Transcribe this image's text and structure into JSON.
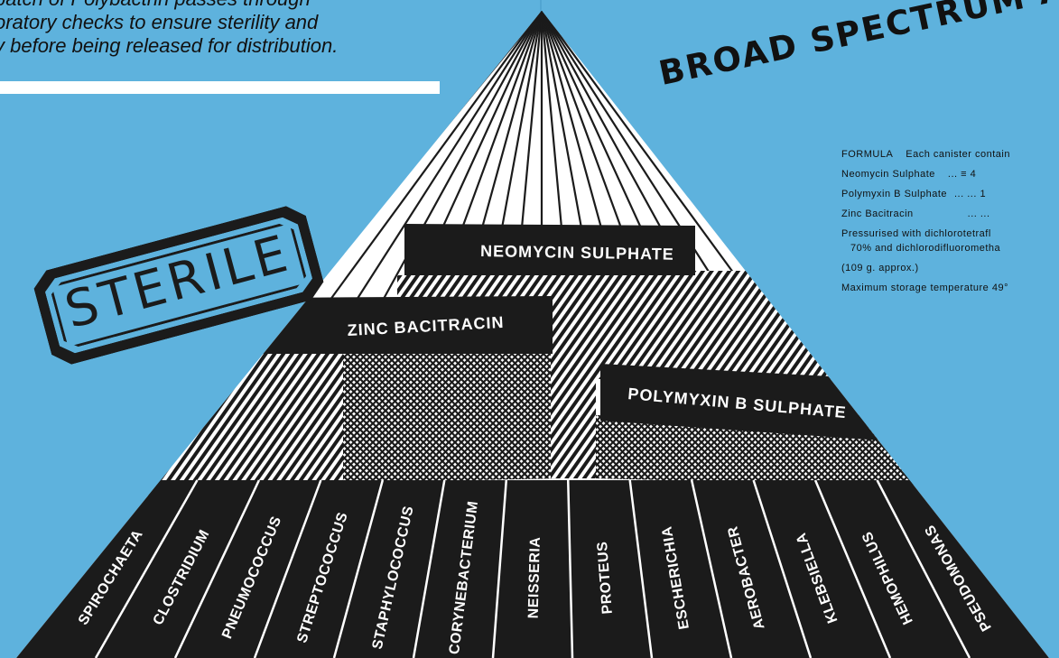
{
  "intro": {
    "line1": "batch of Polybactrin passes through",
    "line2": "oratory checks to ensure sterility and",
    "line3": "y before being released for distribution."
  },
  "headline": "BROAD SPECTRUM AC",
  "stamp_text": "STERILE",
  "bands": {
    "neomycin": "NEOMYCIN SULPHATE",
    "zinc": "ZINC BACITRACIN",
    "polymyxin": "POLYMYXIN B SULPHATE"
  },
  "organisms": [
    "SPIROCHAETA",
    "CLOSTRIDIUM",
    "PNEUMOCOCCUS",
    "STREPTOCOCCUS",
    "STAPHYLOCOCCUS",
    "CORYNEBACTERIUM",
    "NEISSERIA",
    "PROTEUS",
    "ESCHERICHIA",
    "AEROBACTER",
    "KLEBSIELLA",
    "HEMOPHILUS",
    "PSEUDOMONAS"
  ],
  "formula": {
    "heading": "FORMULA",
    "heading_tail": "Each canister contain",
    "neomycin": "Neomycin Sulphate",
    "neomycin_val": "...      ≡  4",
    "polymyxin": "Polymyxin B Sulphate",
    "polymyxin_val": "...      ...  1",
    "zinc": "Zinc  Bacitracin",
    "zinc_val": "...      ...",
    "pressurised_1": "Pressurised   with   dichlorotetrafl",
    "pressurised_2": "70%  and  dichlorodifluorometha",
    "weight": "(109 g. approx.)",
    "storage": "Maximum storage temperature 49°"
  },
  "colors": {
    "background": "#5eb2dd",
    "ink": "#1b1b1b",
    "paper": "#ffffff"
  }
}
